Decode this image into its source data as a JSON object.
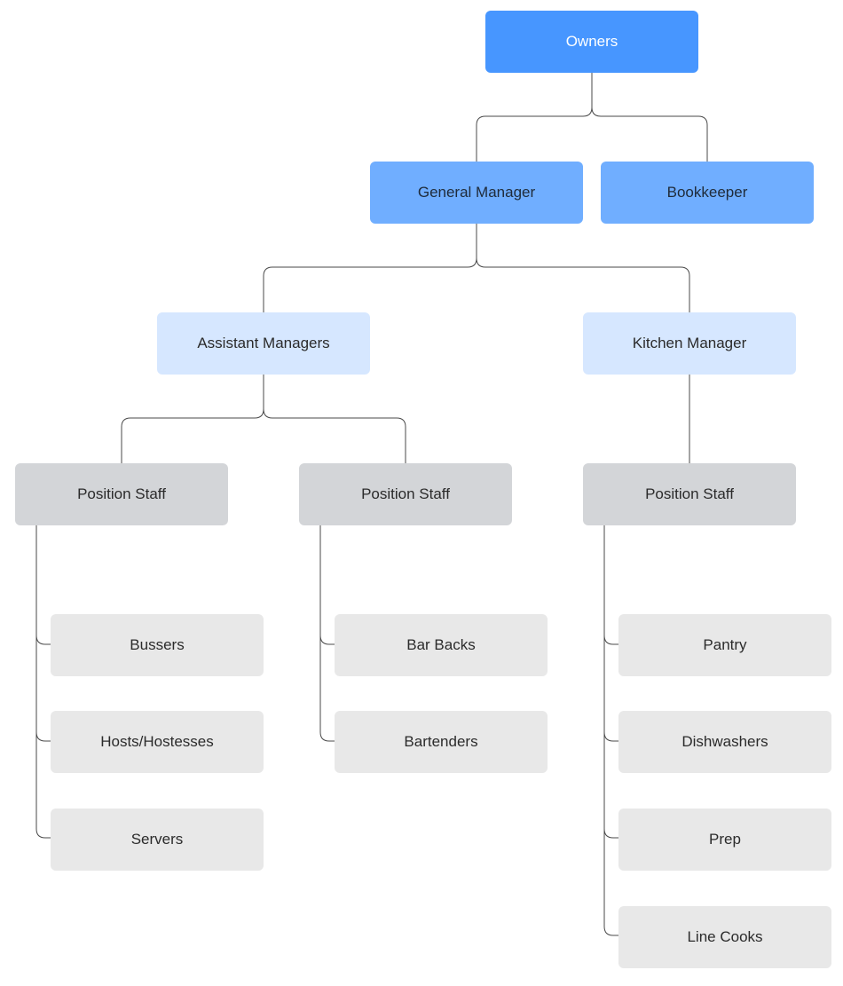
{
  "diagram": {
    "owners": "Owners",
    "general_manager": "General Manager",
    "bookkeeper": "Bookkeeper",
    "assistant_managers": "Assistant Managers",
    "kitchen_manager": "Kitchen Manager",
    "position_staff_1": "Position Staff",
    "position_staff_2": "Position Staff",
    "position_staff_3": "Position Staff",
    "bussers": "Bussers",
    "hosts_hostesses": "Hosts/Hostesses",
    "servers": "Servers",
    "bar_backs": "Bar Backs",
    "bartenders": "Bartenders",
    "pantry": "Pantry",
    "dishwashers": "Dishwashers",
    "prep": "Prep",
    "line_cooks": "Line Cooks"
  },
  "colors": {
    "owner": "#4796ff",
    "manager": "#70aeff",
    "sub_manager": "#d6e7ff",
    "staff": "#d3d5d8",
    "role": "#e8e8e8",
    "connector": "#4a4a4a"
  }
}
